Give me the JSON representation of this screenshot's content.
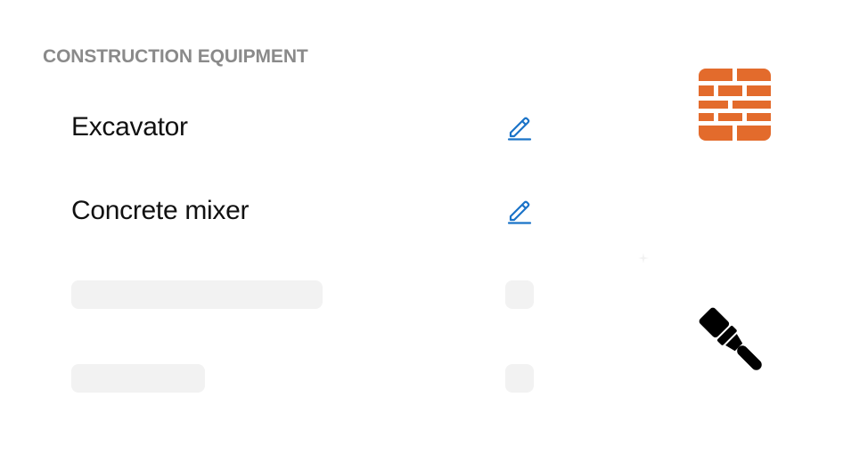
{
  "section": {
    "heading": "CONSTRUCTION EQUIPMENT"
  },
  "items": [
    {
      "label": "Excavator",
      "action_icon": "pencil-icon"
    },
    {
      "label": "Concrete mixer",
      "action_icon": "pencil-icon"
    }
  ],
  "loading_rows": 2,
  "illustrations": [
    {
      "icon": "brick-wall-icon",
      "color": "#E36B2C"
    },
    {
      "icon": "paint-brush-icon",
      "color": "#000000"
    }
  ],
  "colors": {
    "accent": "#1A73C8",
    "heading": "#8A8A8A",
    "text": "#111111",
    "skeleton": "#F2F2F2"
  }
}
